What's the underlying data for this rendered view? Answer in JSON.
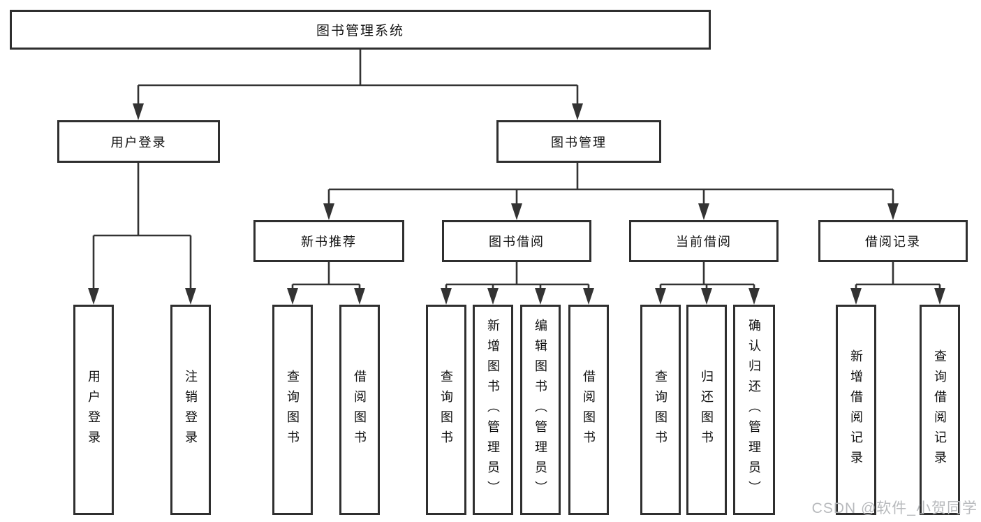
{
  "tree": {
    "root": {
      "label": "图书管理系统",
      "children": [
        {
          "label": "用户登录",
          "children": [
            {
              "label": "用户登录"
            },
            {
              "label": "注销登录"
            }
          ]
        },
        {
          "label": "图书管理",
          "children": [
            {
              "label": "新书推荐",
              "children": [
                {
                  "label": "查询图书"
                },
                {
                  "label": "借阅图书"
                }
              ]
            },
            {
              "label": "图书借阅",
              "children": [
                {
                  "label": "查询图书"
                },
                {
                  "label": "新增图书（管理员）"
                },
                {
                  "label": "编辑图书（管理员）"
                },
                {
                  "label": "借阅图书"
                }
              ]
            },
            {
              "label": "当前借阅",
              "children": [
                {
                  "label": "查询图书"
                },
                {
                  "label": "归还图书"
                },
                {
                  "label": "确认归还（管理员）"
                }
              ]
            },
            {
              "label": "借阅记录",
              "children": [
                {
                  "label": "新增借阅记录"
                },
                {
                  "label": "查询借阅记录"
                }
              ]
            }
          ]
        }
      ]
    }
  },
  "watermark": "CSDN @软件_小贺同学",
  "colors": {
    "line": "#333333",
    "box_border": "#2f2f2f",
    "text": "#111111",
    "background": "#ffffff",
    "watermark": "#b5b7ba"
  }
}
